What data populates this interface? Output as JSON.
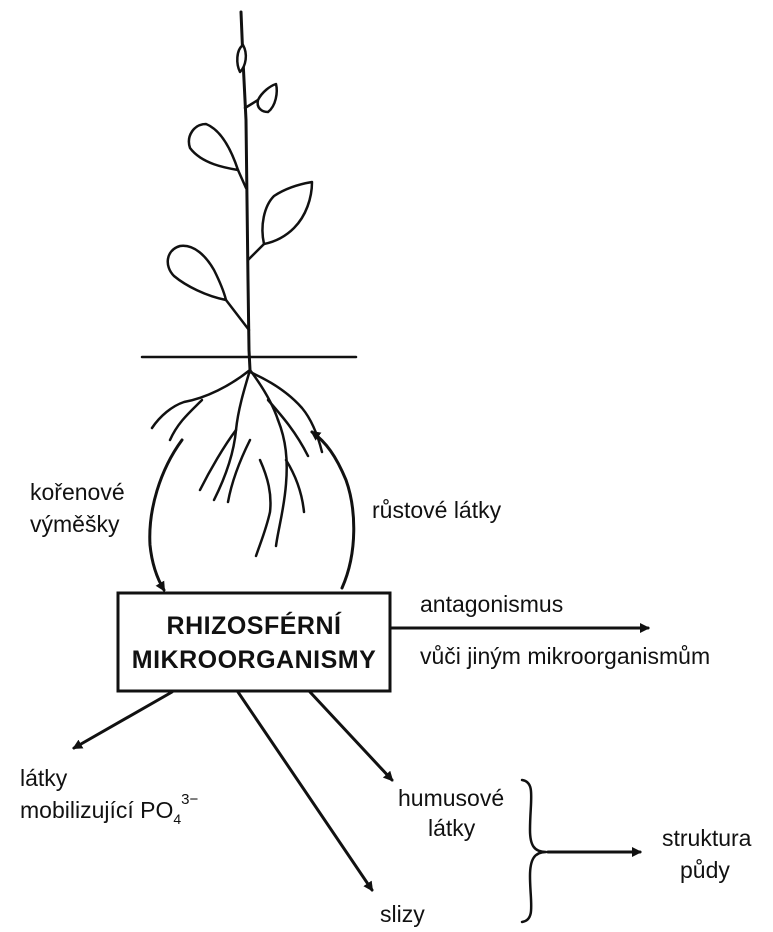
{
  "box": {
    "line1": "RHIZOSFÉRNÍ",
    "line2": "MIKROORGANISMY"
  },
  "labels": {
    "root_exudates_1": "kořenové",
    "root_exudates_2": "výměšky",
    "growth_substances": "růstové látky",
    "antagonism_1": "antagonismus",
    "antagonism_2": "vůči jiným mikroorganismům",
    "po4_1": "látky",
    "po4_2": "mobilizující PO",
    "po4_sub": "4",
    "po4_sup": "3−",
    "humus_1": "humusové",
    "humus_2": "látky",
    "slime": "slizy",
    "structure_1": "struktura",
    "structure_2": "půdy"
  }
}
